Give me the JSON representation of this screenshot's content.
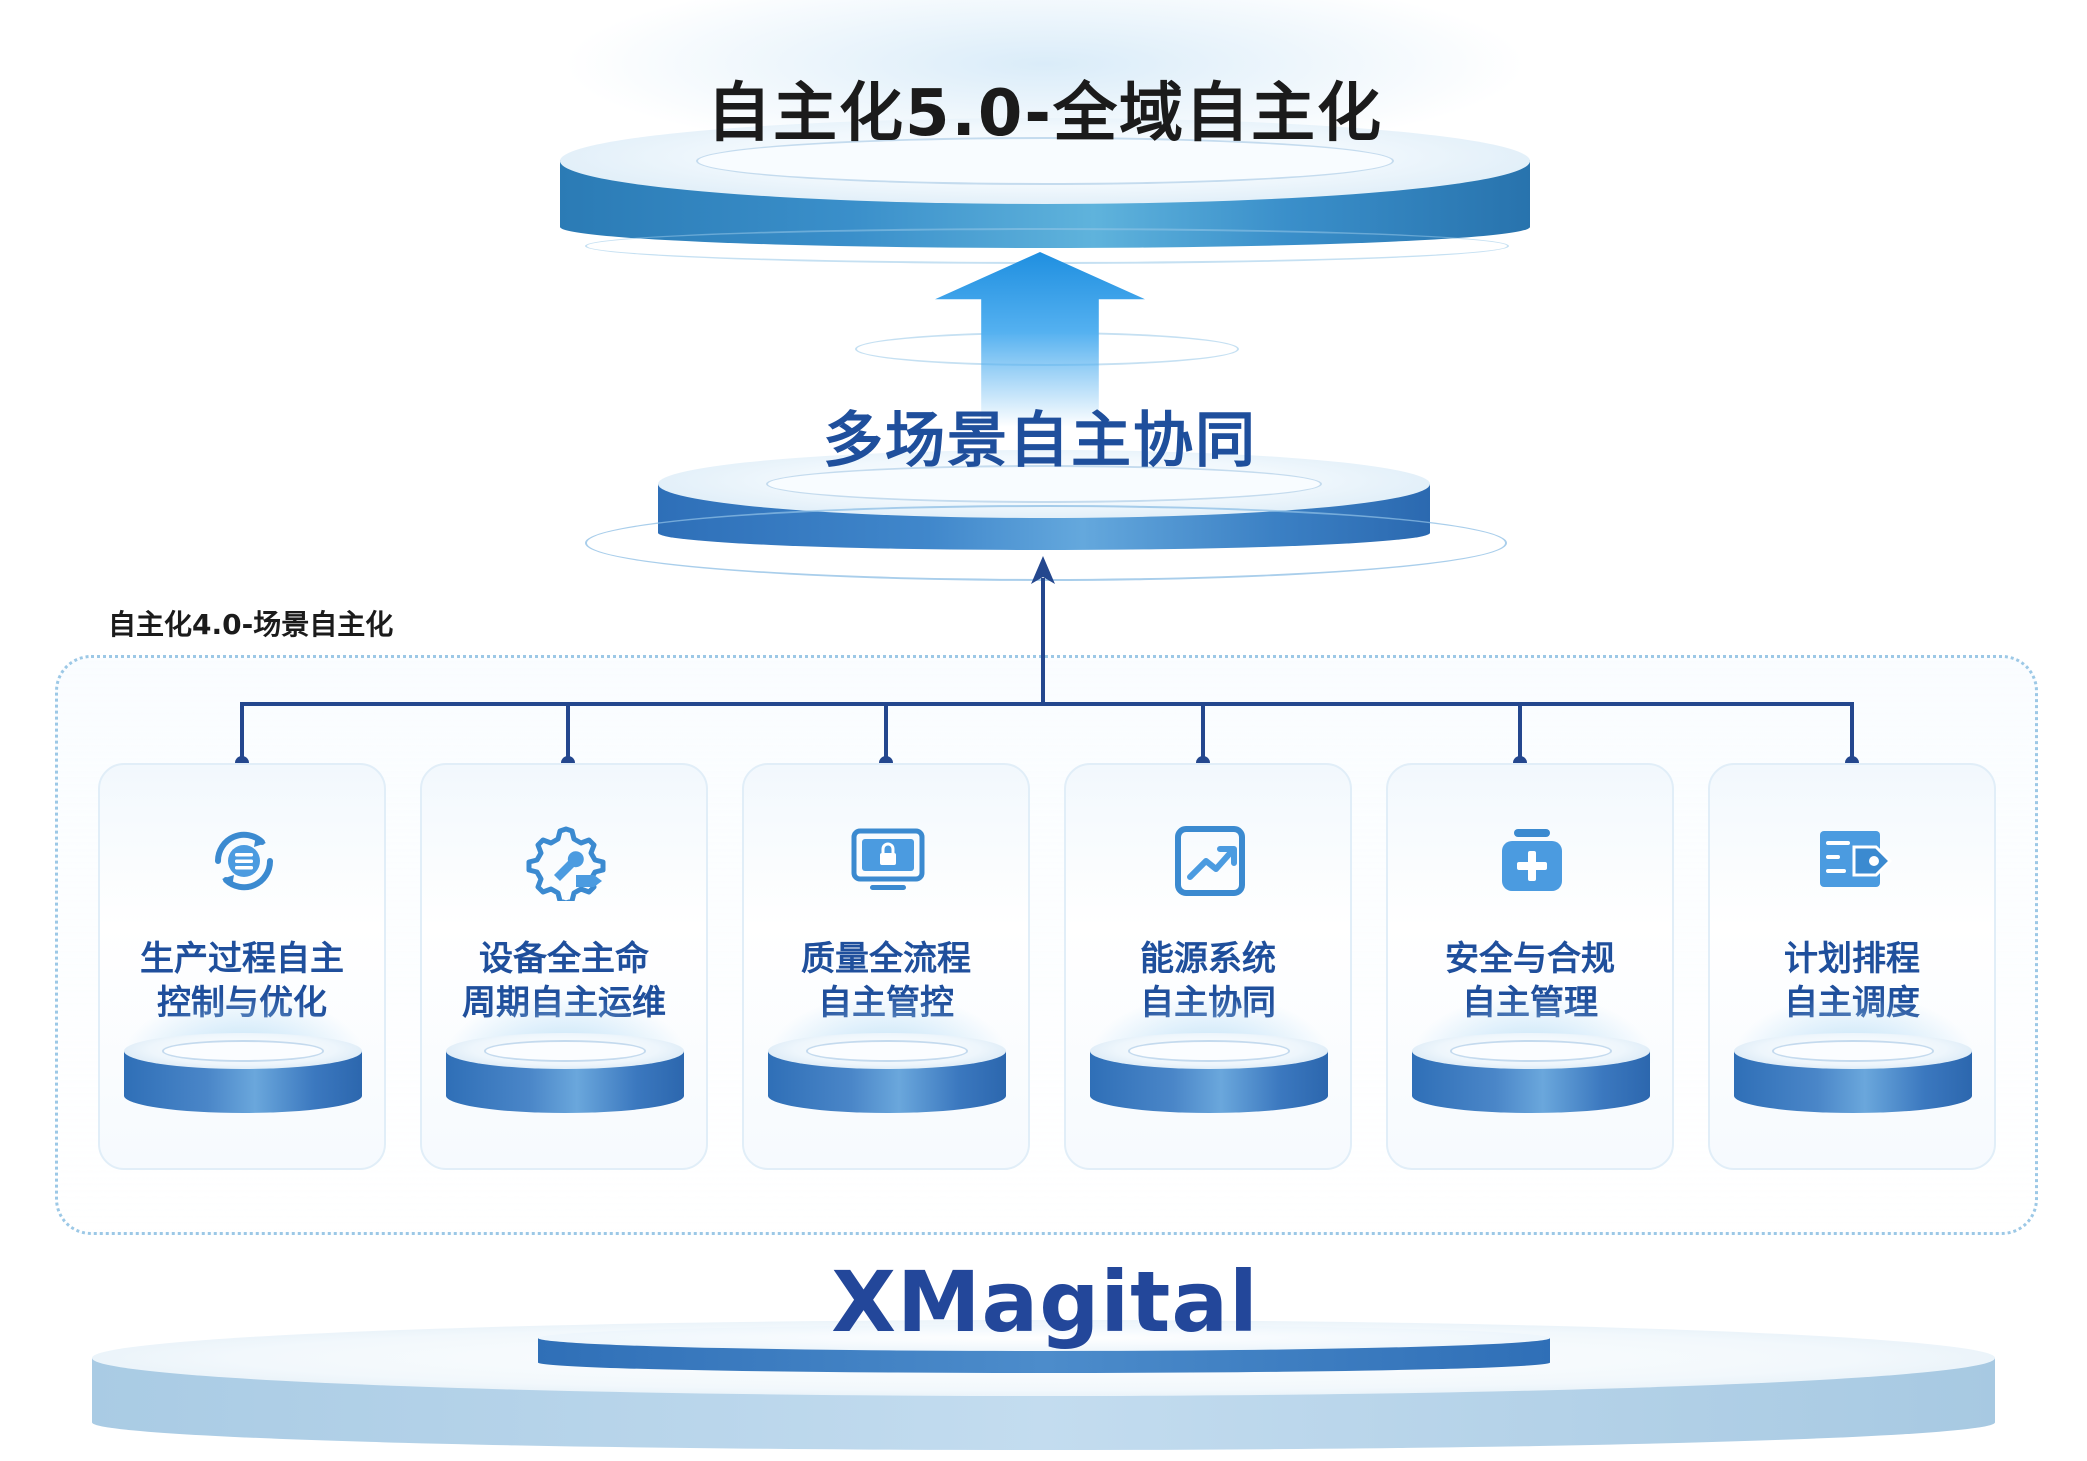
{
  "top_title": "自主化5.0-全域自主化",
  "mid_title": "多场景自主协同",
  "section_label": "自主化4.0-场景自主化",
  "cards": [
    {
      "line1": "生产过程自主",
      "line2": "控制与优化",
      "icon": "refresh-list-icon"
    },
    {
      "line1": "设备全主命",
      "line2": "周期自主运维",
      "icon": "gear-wrench-icon"
    },
    {
      "line1": "质量全流程",
      "line2": "自主管控",
      "icon": "monitor-lock-icon"
    },
    {
      "line1": "能源系统",
      "line2": "自主协同",
      "icon": "trend-chart-icon"
    },
    {
      "line1": "安全与合规",
      "line2": "自主管理",
      "icon": "medical-kit-icon"
    },
    {
      "line1": "计划排程",
      "line2": "自主调度",
      "icon": "schedule-tag-icon"
    }
  ],
  "brand": "XMagital",
  "colors": {
    "dark_navy": "#24478e",
    "title_blue": "#1f4f9c",
    "platform_blue": "#3a8fca",
    "icon_blue": "#3b8ad0"
  }
}
